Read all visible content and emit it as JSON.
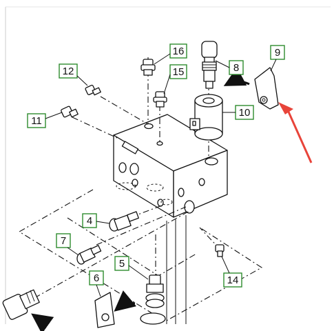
{
  "callouts": [
    {
      "id": "16",
      "text": "16"
    },
    {
      "id": "15",
      "text": "15"
    },
    {
      "id": "8",
      "text": "8"
    },
    {
      "id": "9",
      "text": "9"
    },
    {
      "id": "10",
      "text": "10"
    },
    {
      "id": "12",
      "text": "12"
    },
    {
      "id": "11",
      "text": "11"
    },
    {
      "id": "4",
      "text": "4"
    },
    {
      "id": "7",
      "text": "7"
    },
    {
      "id": "5",
      "text": "5"
    },
    {
      "id": "6",
      "text": "6"
    },
    {
      "id": "14",
      "text": "14"
    }
  ],
  "colors": {
    "callout_border": "#2e8b2e",
    "highlight_arrow": "#e8443a",
    "line": "#111111",
    "background": "#ffffff"
  }
}
